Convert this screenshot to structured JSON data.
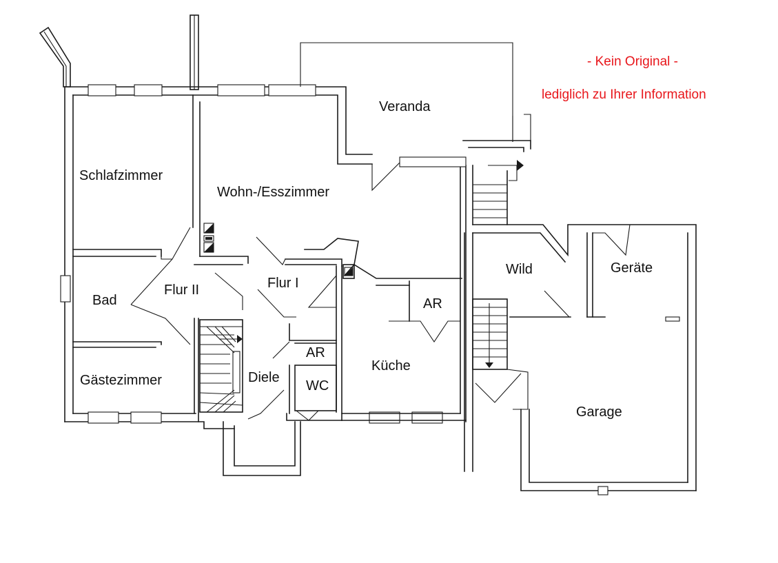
{
  "notice": {
    "line1": "- Kein Original -",
    "line2": "lediglich zu Ihrer Information",
    "color": "#e8161b"
  },
  "rooms": {
    "veranda": "Veranda",
    "schlafzimmer": "Schlafzimmer",
    "wohn_esszimmer": "Wohn-/Esszimmer",
    "flur_2": "Flur II",
    "flur_1": "Flur I",
    "bad": "Bad",
    "gaestezimmer": "Gästezimmer",
    "diele": "Diele",
    "ar_small": "AR",
    "wc": "WC",
    "kueche": "Küche",
    "ar_kitchen": "AR",
    "wild": "Wild",
    "geraete": "Geräte",
    "garage": "Garage"
  },
  "colors": {
    "line": "#1a1a1a",
    "background": "#ffffff"
  }
}
